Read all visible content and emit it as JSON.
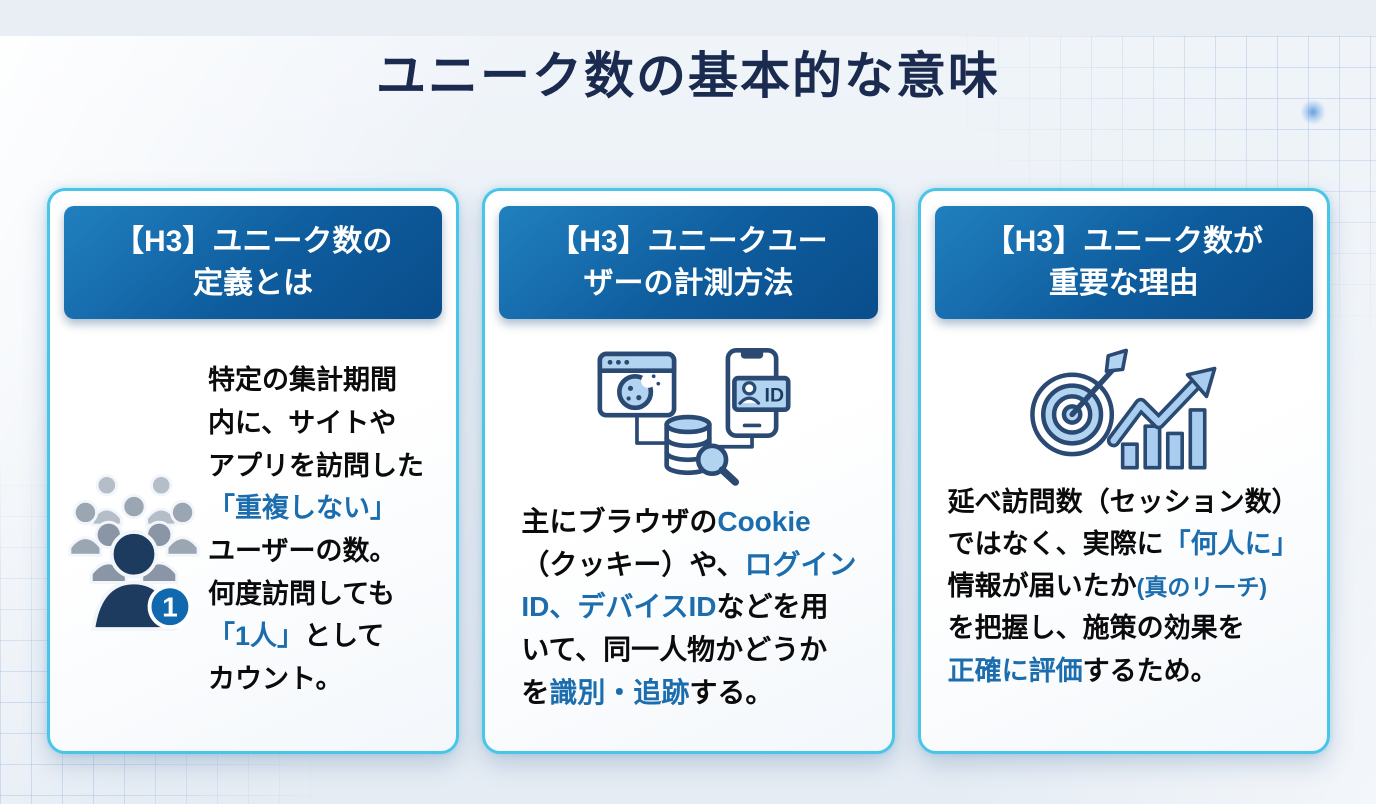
{
  "page": {
    "title": "ユニーク数の基本的な意味"
  },
  "colors": {
    "title": "#1b2b50",
    "accent_highlight": "#1b6dad",
    "header_gradient_from": "#2180bf",
    "header_gradient_to": "#0a4d8b",
    "card_border": "#49c5e7",
    "body_text": "#0b0b0c",
    "icon_outline": "#2a4a73",
    "icon_fill": "#b3d4f0"
  },
  "cards": [
    {
      "header": "【H3】ユニーク数の\n定義とは",
      "icon": "people-group-icon",
      "icon_badge": "1",
      "body": [
        {
          "t": "特定の集計期間\n内に、サイトや\nアプリを訪問した\n"
        },
        {
          "t": "「重複しない」",
          "c": true
        },
        {
          "t": "\nユーザーの数。\n何度訪問しても\n"
        },
        {
          "t": "「1人」",
          "c": true
        },
        {
          "t": "として\nカウント。"
        }
      ]
    },
    {
      "header": "【H3】ユニークユー\nザーの計測方法",
      "icon": "cookie-id-tracking-icon",
      "icon_label": "ID",
      "body": [
        {
          "t": "主にブラウザの"
        },
        {
          "t": "Cookie",
          "c": true
        },
        {
          "t": "\n（クッキー）や、"
        },
        {
          "t": "ログイン",
          "c": true
        },
        {
          "t": "\nID、デバイスID",
          "c": true
        },
        {
          "t": "などを用\nいて、同一人物かどうか\nを"
        },
        {
          "t": "識別・追跡",
          "c": true
        },
        {
          "t": "する。"
        }
      ]
    },
    {
      "header": "【H3】ユニーク数が\n重要な理由",
      "icon": "target-growth-icon",
      "body": [
        {
          "t": "延べ訪問数（セッション数）\nではなく、実際に"
        },
        {
          "t": "「何人に」",
          "c": true
        },
        {
          "t": "\n情報が届いたか"
        },
        {
          "t": "(真のリーチ)",
          "c": true,
          "s": true
        },
        {
          "t": "\nを把握し、施策の効果を\n"
        },
        {
          "t": "正確に評価",
          "c": true
        },
        {
          "t": "するため。"
        }
      ]
    }
  ]
}
